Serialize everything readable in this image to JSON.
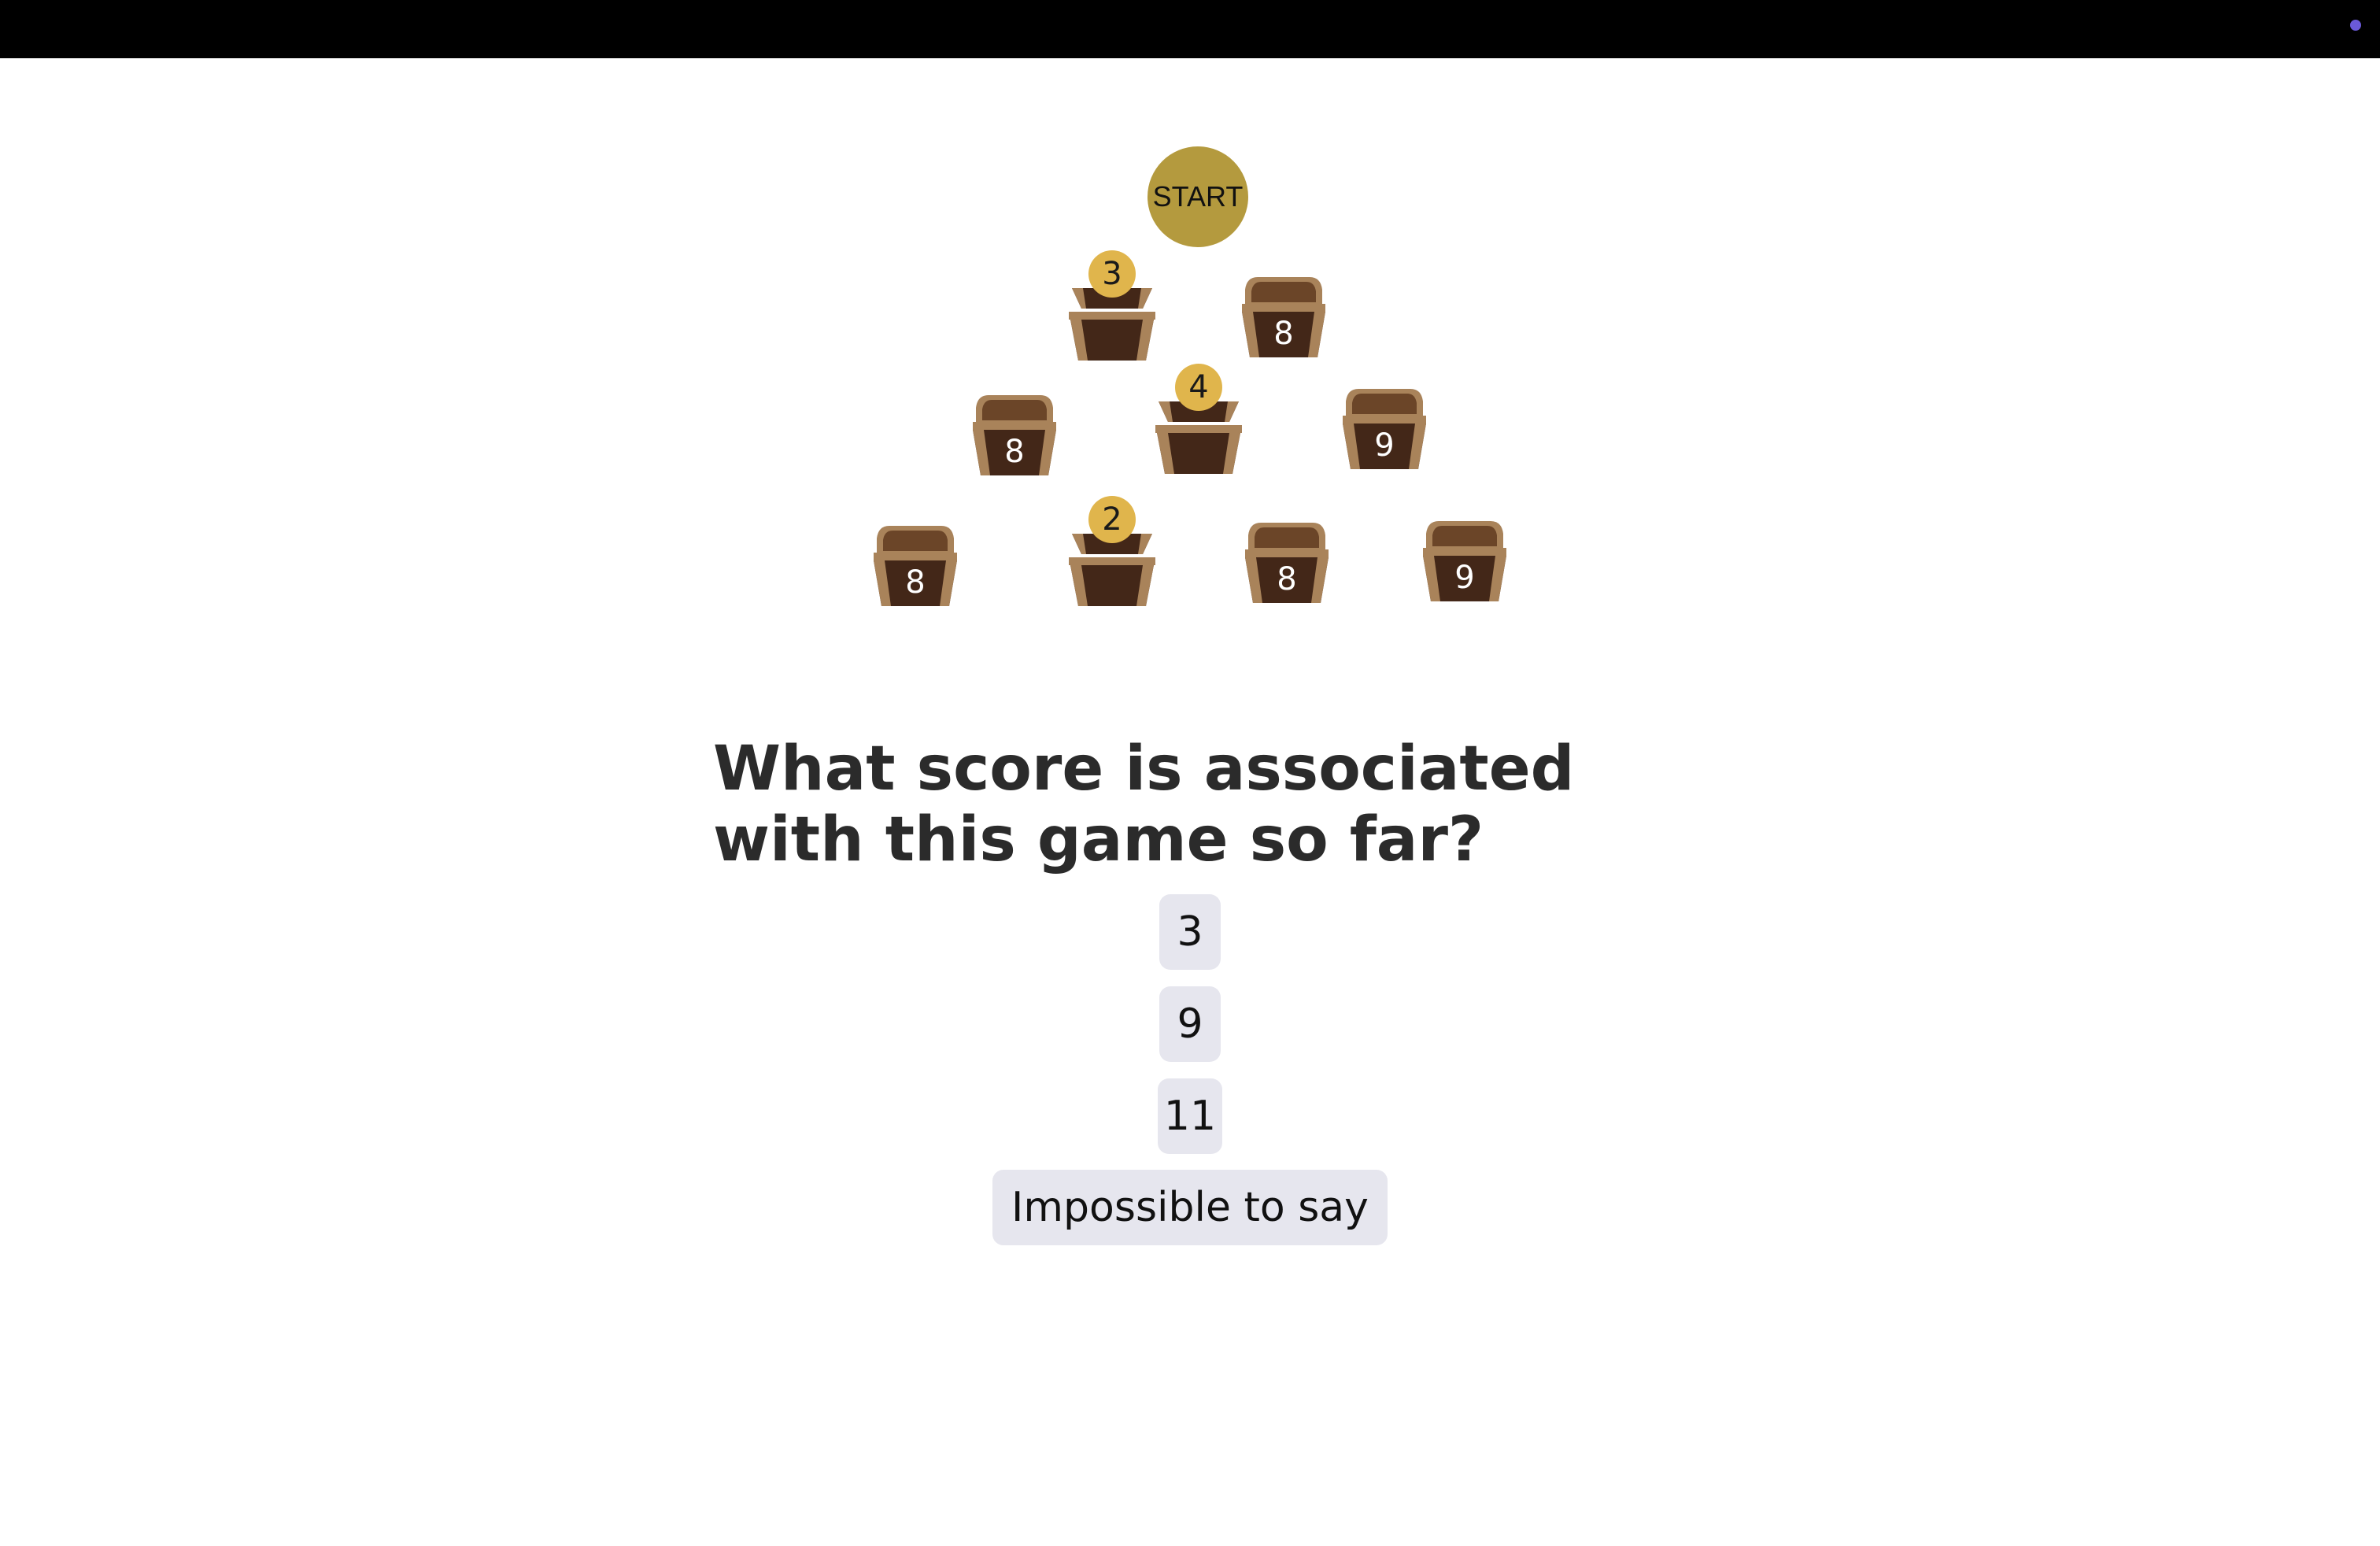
{
  "colors": {
    "top_bar": "#000000",
    "status_dot": "#6a5ad8",
    "start_fill": "#b49a3e",
    "coin_fill": "#e0b54c",
    "chest_dark": "#432718",
    "chest_mid": "#6b4528",
    "chest_trim": "#a9835a",
    "answer_bg": "#e6e6ee"
  },
  "board": {
    "start_label": "START",
    "rows": [
      [
        {
          "label": "3",
          "opened": true
        },
        {
          "label": "8",
          "opened": false
        }
      ],
      [
        {
          "label": "8",
          "opened": false
        },
        {
          "label": "4",
          "opened": true
        },
        {
          "label": "9",
          "opened": false
        }
      ],
      [
        {
          "label": "8",
          "opened": false
        },
        {
          "label": "2",
          "opened": true
        },
        {
          "label": "8",
          "opened": false
        },
        {
          "label": "9",
          "opened": false
        }
      ]
    ]
  },
  "question": {
    "text": "What score is associated with this game so far?"
  },
  "answers": [
    "3",
    "9",
    "11",
    "Impossible to say"
  ]
}
